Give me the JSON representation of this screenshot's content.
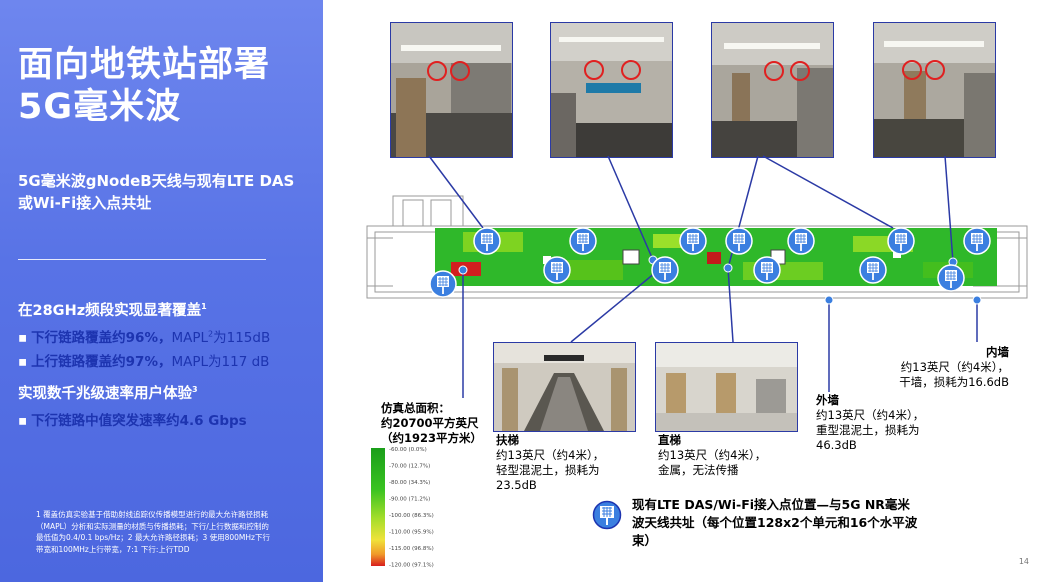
{
  "title_line1": "面向地铁站部署",
  "title_line2": "5G毫米波",
  "subtitle": "5G毫米波gNodeB天线与现有LTE DAS或Wi-Fi接入点共址",
  "section1": "在28GHz频段实现显著覆盖",
  "section1_sup": "1",
  "bullets1": [
    {
      "pre": "下行链路覆盖约96%，",
      "rest": "MAPL",
      "sup": "2",
      "tail": "为115dB"
    },
    {
      "pre": "上行链路覆盖约97%，",
      "rest": "MAPL为117 dB",
      "sup": "",
      "tail": ""
    }
  ],
  "section2": "实现数千兆级速率用户体验",
  "section2_sup": "3",
  "bullets2": [
    {
      "pre": "下行链路中值突发速率约4.6 Gbps"
    }
  ],
  "bullet_symbol": "▪",
  "footnote": "1 覆盖仿真实验基于借助射线追踪仪传播模型进行的最大允许路径损耗（MAPL）分析和实际测量的材质与传播损耗；下行/上行数据和控制的最低值为0.4/0.1 bps/Hz；2 最大允许路径损耗；3 使用800MHz下行带宽和100MHz上行带宽，7:1 下行:上行TDD",
  "annotations": {
    "area_line1": "仿真总面积：",
    "area_line2": "约20700平方英尺",
    "area_line3": "（约1923平方米）",
    "escalator_title": "扶梯",
    "escalator_body": [
      "约13英尺（约4米），",
      "轻型混泥土，损耗为",
      "23.5dB"
    ],
    "elevator_title": "直梯",
    "elevator_body": [
      "约13英尺（约4米），",
      "金属，无法传播"
    ],
    "outer_title": "外墙",
    "outer_body": [
      "约13英尺（约4米），",
      "重型混泥土，损耗为",
      "46.3dB"
    ],
    "inner_title": "内墙",
    "inner_body": [
      "约13英尺（约4米），",
      "干墙，损耗为16.6dB"
    ]
  },
  "legend_text": "现有LTE DAS/Wi-Fi接入点位置—与5G NR毫米波天线共址（每个位置128x2个单元和16个水平波束）",
  "colorbar_labels": [
    "-60.00 (0.0%)",
    "-70.00 (12.7%)",
    "-80.00 (34.3%)",
    "-90.00 (71.2%)",
    "-100.00 (86.3%)",
    "-110.00 (95.9%)",
    "-115.00 (96.8%)",
    "-120.00 (97.1%)"
  ],
  "page_number": "14",
  "colors": {
    "panel": "#5873e6",
    "accent_dark": "#1d34b0",
    "antenna_fill": "#3b7fe0",
    "line": "#2b3aa5"
  }
}
